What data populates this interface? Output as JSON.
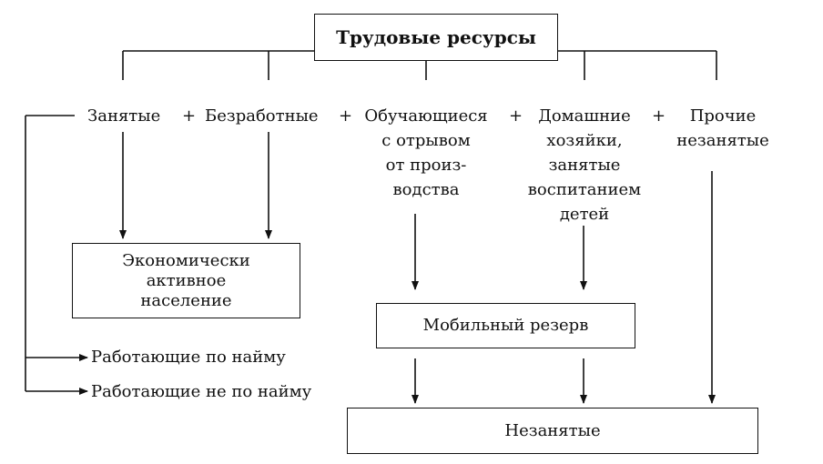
{
  "title": "Трудовые ресурсы",
  "categories": {
    "employed": "Занятые",
    "unemployed": "Безработные",
    "students": "Обучающиеся\nс отрывом\nот произ-\nводства",
    "housewives": "Домашние\nхозяйки,\nзанятые\nвоспитанием\nдетей",
    "other": "Прочие\nнезанятые"
  },
  "plus_sign": "+",
  "boxes": {
    "econ_active": "Экономически\nактивное\nнаселение",
    "mobile_reserve": "Мобильный резерв",
    "not_employed": "Незанятые"
  },
  "employment_types": {
    "hired": "Работающие по найму",
    "self": "Работающие не по найму"
  },
  "colors": {
    "line": "#111111",
    "background": "#ffffff"
  }
}
